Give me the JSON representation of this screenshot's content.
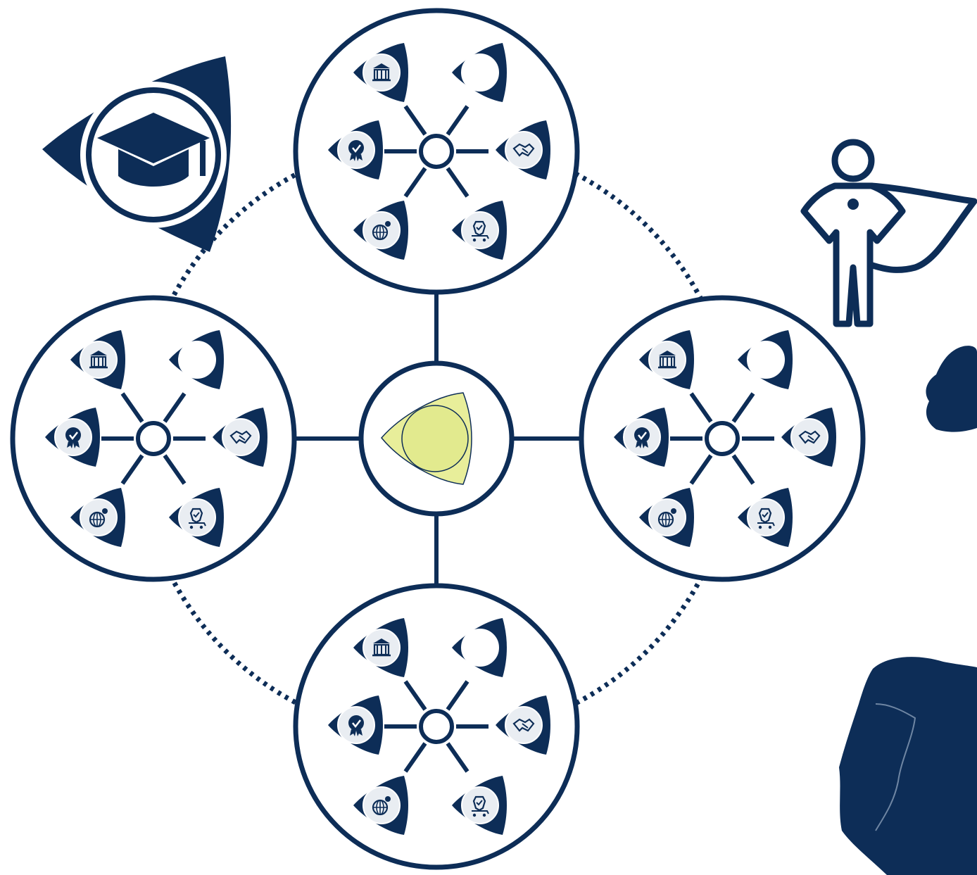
{
  "colors": {
    "navy": "#0d2d57",
    "center_yellow": "#e8ee9a",
    "background": "#ffffff",
    "icon_light": "#e9edf2"
  },
  "diagram": {
    "center_node": {
      "icon": "yellow-rounded-triangle-logo"
    },
    "hub_nodes": [
      {
        "position": "top"
      },
      {
        "position": "left"
      },
      {
        "position": "right"
      },
      {
        "position": "bottom"
      }
    ],
    "hub_icons": [
      {
        "slot": "upper-left",
        "icon": "bank-building-icon"
      },
      {
        "slot": "upper-right",
        "icon": "empty-circle-icon"
      },
      {
        "slot": "mid-left",
        "icon": "quality-badge-icon"
      },
      {
        "slot": "mid-right",
        "icon": "handshake-icon"
      },
      {
        "slot": "lower-left",
        "icon": "globe-network-icon"
      },
      {
        "slot": "lower-right",
        "icon": "shield-cart-icon"
      }
    ],
    "decorations": [
      {
        "icon": "graduation-cap-icon"
      },
      {
        "icon": "superhero-icon"
      },
      {
        "icon": "ireland-map-icon"
      },
      {
        "icon": "iberia-map-icon"
      }
    ]
  }
}
